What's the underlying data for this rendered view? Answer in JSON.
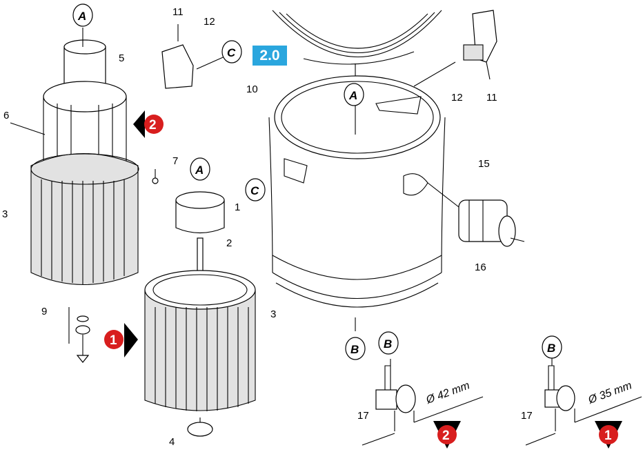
{
  "diagram": {
    "version_badge": "2.0",
    "letters": {
      "a": "A",
      "b": "B",
      "c": "C"
    },
    "parts": {
      "p1": "1",
      "p2": "2",
      "p3": "3",
      "p4": "4",
      "p5": "5",
      "p6": "6",
      "p7": "7",
      "p9": "9",
      "p10": "10",
      "p11": "11",
      "p12": "12",
      "p15": "15",
      "p16": "16",
      "p17": "17"
    },
    "variant_markers": {
      "one": "1",
      "two": "2"
    },
    "dimensions": {
      "d42": "Ø 42 mm",
      "d35": "Ø 35 mm"
    },
    "colors": {
      "marker": "#d81e1e",
      "badge": "#2aa6de"
    }
  }
}
